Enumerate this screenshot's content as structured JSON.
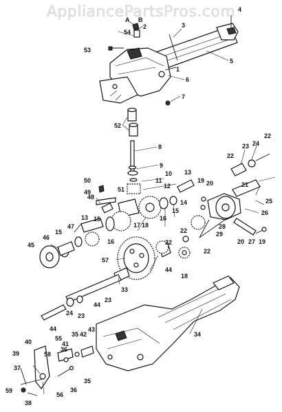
{
  "watermark": "AppliancePartsPros.com",
  "callouts": [
    {
      "id": "c-a",
      "text": "A"
    },
    {
      "id": "c-b",
      "text": "B"
    },
    {
      "id": "c2",
      "text": "2"
    },
    {
      "id": "c4",
      "text": "4"
    },
    {
      "id": "c54",
      "text": "54"
    },
    {
      "id": "c3",
      "text": "3"
    },
    {
      "id": "c53",
      "text": "53"
    },
    {
      "id": "c5",
      "text": "5"
    },
    {
      "id": "c1",
      "text": "1"
    },
    {
      "id": "c6",
      "text": "6"
    },
    {
      "id": "c7",
      "text": "7"
    },
    {
      "id": "c52",
      "text": "52"
    },
    {
      "id": "c8",
      "text": "8"
    },
    {
      "id": "c9",
      "text": "9"
    },
    {
      "id": "c10",
      "text": "10"
    },
    {
      "id": "c50",
      "text": "50"
    },
    {
      "id": "c11",
      "text": "11"
    },
    {
      "id": "c12",
      "text": "12"
    },
    {
      "id": "c13a",
      "text": "13"
    },
    {
      "id": "c22a",
      "text": "22"
    },
    {
      "id": "c23a",
      "text": "23"
    },
    {
      "id": "c24a",
      "text": "24"
    },
    {
      "id": "c22b",
      "text": "22"
    },
    {
      "id": "c49",
      "text": "49"
    },
    {
      "id": "c51",
      "text": "51"
    },
    {
      "id": "c19a",
      "text": "19"
    },
    {
      "id": "c20a",
      "text": "20"
    },
    {
      "id": "c21",
      "text": "21"
    },
    {
      "id": "c48",
      "text": "48"
    },
    {
      "id": "c15a",
      "text": "15"
    },
    {
      "id": "c14",
      "text": "14"
    },
    {
      "id": "c25",
      "text": "25"
    },
    {
      "id": "c13b",
      "text": "13"
    },
    {
      "id": "c15b",
      "text": "15"
    },
    {
      "id": "c17",
      "text": "17"
    },
    {
      "id": "c18a",
      "text": "18"
    },
    {
      "id": "c16a",
      "text": "16"
    },
    {
      "id": "c26",
      "text": "26"
    },
    {
      "id": "c47",
      "text": "47"
    },
    {
      "id": "c28",
      "text": "28"
    },
    {
      "id": "c15c",
      "text": "15"
    },
    {
      "id": "c46",
      "text": "46"
    },
    {
      "id": "c16b",
      "text": "16"
    },
    {
      "id": "c22c",
      "text": "22"
    },
    {
      "id": "c29",
      "text": "29"
    },
    {
      "id": "c20b",
      "text": "20"
    },
    {
      "id": "c27",
      "text": "27"
    },
    {
      "id": "c19b",
      "text": "19"
    },
    {
      "id": "c45",
      "text": "45"
    },
    {
      "id": "c22d",
      "text": "22"
    },
    {
      "id": "c22e",
      "text": "22"
    },
    {
      "id": "c57",
      "text": "57"
    },
    {
      "id": "c44a",
      "text": "44"
    },
    {
      "id": "c18b",
      "text": "18"
    },
    {
      "id": "c33",
      "text": "33"
    },
    {
      "id": "c23b",
      "text": "23"
    },
    {
      "id": "c44b",
      "text": "44"
    },
    {
      "id": "c24b",
      "text": "24"
    },
    {
      "id": "c23c",
      "text": "23"
    },
    {
      "id": "c44c",
      "text": "44"
    },
    {
      "id": "c34",
      "text": "34"
    },
    {
      "id": "c55",
      "text": "55"
    },
    {
      "id": "c41",
      "text": "41"
    },
    {
      "id": "c35a",
      "text": "35"
    },
    {
      "id": "c42",
      "text": "42"
    },
    {
      "id": "c43",
      "text": "43"
    },
    {
      "id": "c40",
      "text": "40"
    },
    {
      "id": "c36a",
      "text": "36"
    },
    {
      "id": "c58",
      "text": "58"
    },
    {
      "id": "c39",
      "text": "39"
    },
    {
      "id": "c37",
      "text": "37"
    },
    {
      "id": "c35b",
      "text": "35"
    },
    {
      "id": "c36b",
      "text": "36"
    },
    {
      "id": "c59",
      "text": "59"
    },
    {
      "id": "c56",
      "text": "56"
    },
    {
      "id": "c38",
      "text": "38"
    }
  ]
}
